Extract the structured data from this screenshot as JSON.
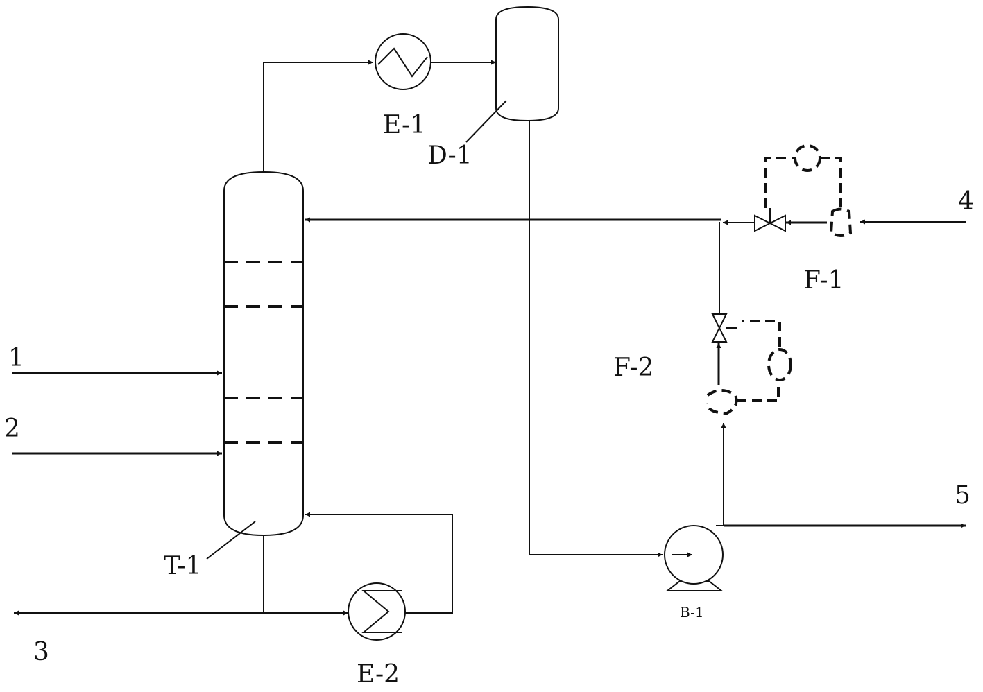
{
  "equipment": {
    "column": "T-1",
    "condenser": "E-1",
    "drum": "D-1",
    "reboiler": "E-2",
    "pump": "B-1",
    "control_1": "F-1",
    "control_2": "F-2"
  },
  "streams": {
    "s1": "1",
    "s2": "2",
    "s3": "3",
    "s4": "4",
    "s5": "5"
  }
}
